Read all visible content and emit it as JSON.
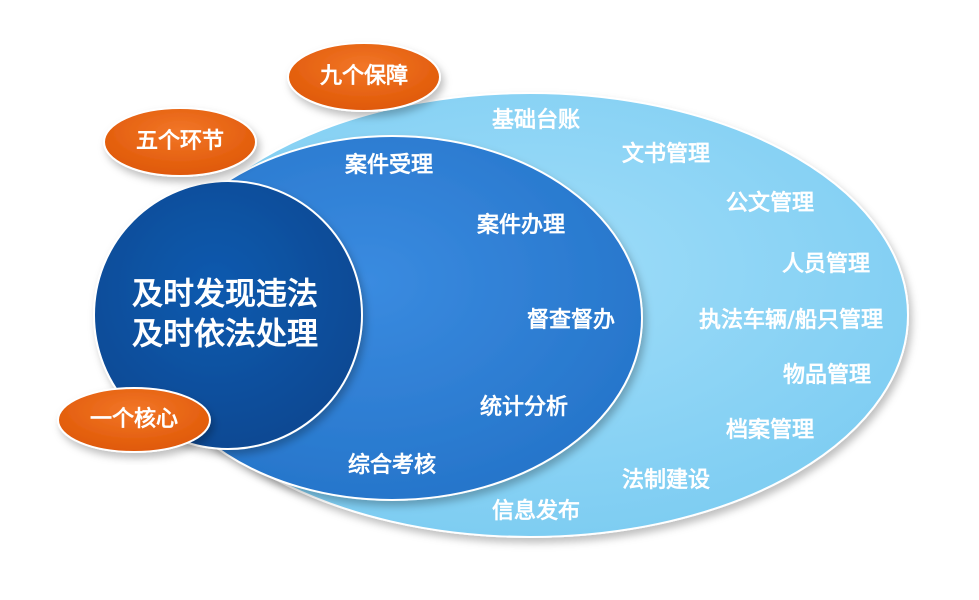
{
  "badges": {
    "nine": "九个保障",
    "five": "五个环节",
    "one": "一个核心"
  },
  "core": {
    "line1": "及时发现违法",
    "line2": "及时依法处理"
  },
  "middle_ring": [
    "案件受理",
    "案件办理",
    "督查督办",
    "统计分析",
    "综合考核"
  ],
  "outer_ring": [
    "基础台账",
    "文书管理",
    "公文管理",
    "人员管理",
    "执法车辆/船只管理",
    "物品管理",
    "档案管理",
    "法制建设",
    "信息发布"
  ],
  "colors": {
    "outer": "#87d3f5",
    "middle": "#2f7fd4",
    "inner": "#0b4f9f",
    "badge": "#e8610f"
  }
}
